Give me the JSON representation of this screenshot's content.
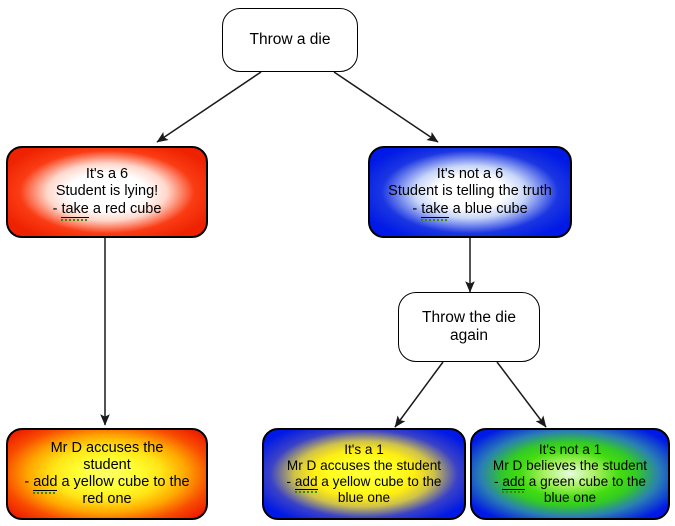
{
  "diagram": {
    "title": "Throw a die decision tree",
    "colors": {
      "red": "#ee2200",
      "blue": "#0019e6",
      "yellow": "#ffee11",
      "green": "#33cc22",
      "white": "#ffffff",
      "outline": "#000000",
      "spellcheck_underline": "#3a8a00"
    },
    "nodes": [
      {
        "id": "root",
        "shape": "rounded-rect",
        "style": "plain",
        "lines": [
          "Throw a die"
        ]
      },
      {
        "id": "six",
        "shape": "rounded-rect",
        "style": "red-white",
        "lines": [
          "It's a 6",
          "Student is lying!",
          "- take a red cube"
        ],
        "misspelled_word": "take"
      },
      {
        "id": "not-six",
        "shape": "rounded-rect",
        "style": "blue-white",
        "lines": [
          "It's not a 6",
          "Student is telling the truth",
          "- take a blue cube"
        ],
        "misspelled_word": "take"
      },
      {
        "id": "throw-again",
        "shape": "rounded-rect",
        "style": "plain",
        "lines": [
          "Throw the die",
          "again"
        ]
      },
      {
        "id": "accuse-red",
        "shape": "rounded-rect",
        "style": "red-yellow",
        "lines": [
          "Mr D accuses the",
          "student",
          "- add a yellow cube to the",
          "red one"
        ],
        "misspelled_word": "add"
      },
      {
        "id": "one",
        "shape": "rounded-rect",
        "style": "blue-yellow",
        "lines": [
          "It's a 1",
          "Mr D accuses the student",
          "- add a yellow cube to the",
          "blue one"
        ],
        "misspelled_word": "add"
      },
      {
        "id": "not-one",
        "shape": "rounded-rect",
        "style": "blue-green",
        "lines": [
          "It's not a 1",
          "Mr D believes the student",
          "- add a green cube to the",
          "blue one"
        ],
        "misspelled_word": "add"
      }
    ],
    "edges": [
      {
        "from": "root",
        "to": "six",
        "label": ""
      },
      {
        "from": "root",
        "to": "not-six",
        "label": ""
      },
      {
        "from": "six",
        "to": "accuse-red",
        "label": ""
      },
      {
        "from": "not-six",
        "to": "throw-again",
        "label": ""
      },
      {
        "from": "throw-again",
        "to": "one",
        "label": ""
      },
      {
        "from": "throw-again",
        "to": "not-one",
        "label": ""
      }
    ]
  }
}
